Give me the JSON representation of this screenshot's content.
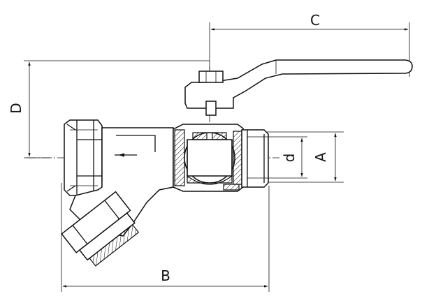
{
  "dimensions": {
    "C": "C",
    "D": "D",
    "A": "A",
    "d": "d",
    "B": "B"
  }
}
